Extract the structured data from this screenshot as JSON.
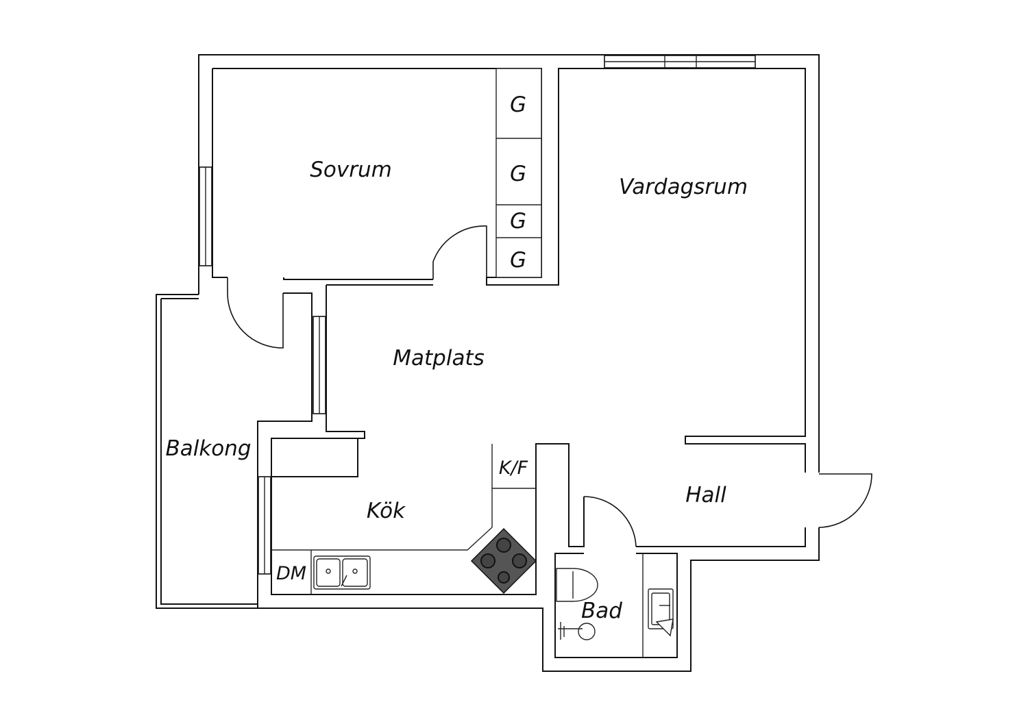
{
  "rooms": {
    "sovrum": "Sovrum",
    "vardagsrum": "Vardagsrum",
    "matplats": "Matplats",
    "balkong": "Balkong",
    "kok": "Kök",
    "hall": "Hall",
    "bad": "Bad"
  },
  "fixtures": {
    "wardrobe": "G",
    "fridge_freezer": "K/F",
    "dishwasher": "DM"
  },
  "colors": {
    "line": "#111111",
    "stove": "#555555",
    "background": "#ffffff"
  },
  "icons": [
    "door-swing-icon",
    "window-icon",
    "sink-icon",
    "stove-icon",
    "toilet-icon",
    "shower-icon",
    "washbasin-icon"
  ]
}
